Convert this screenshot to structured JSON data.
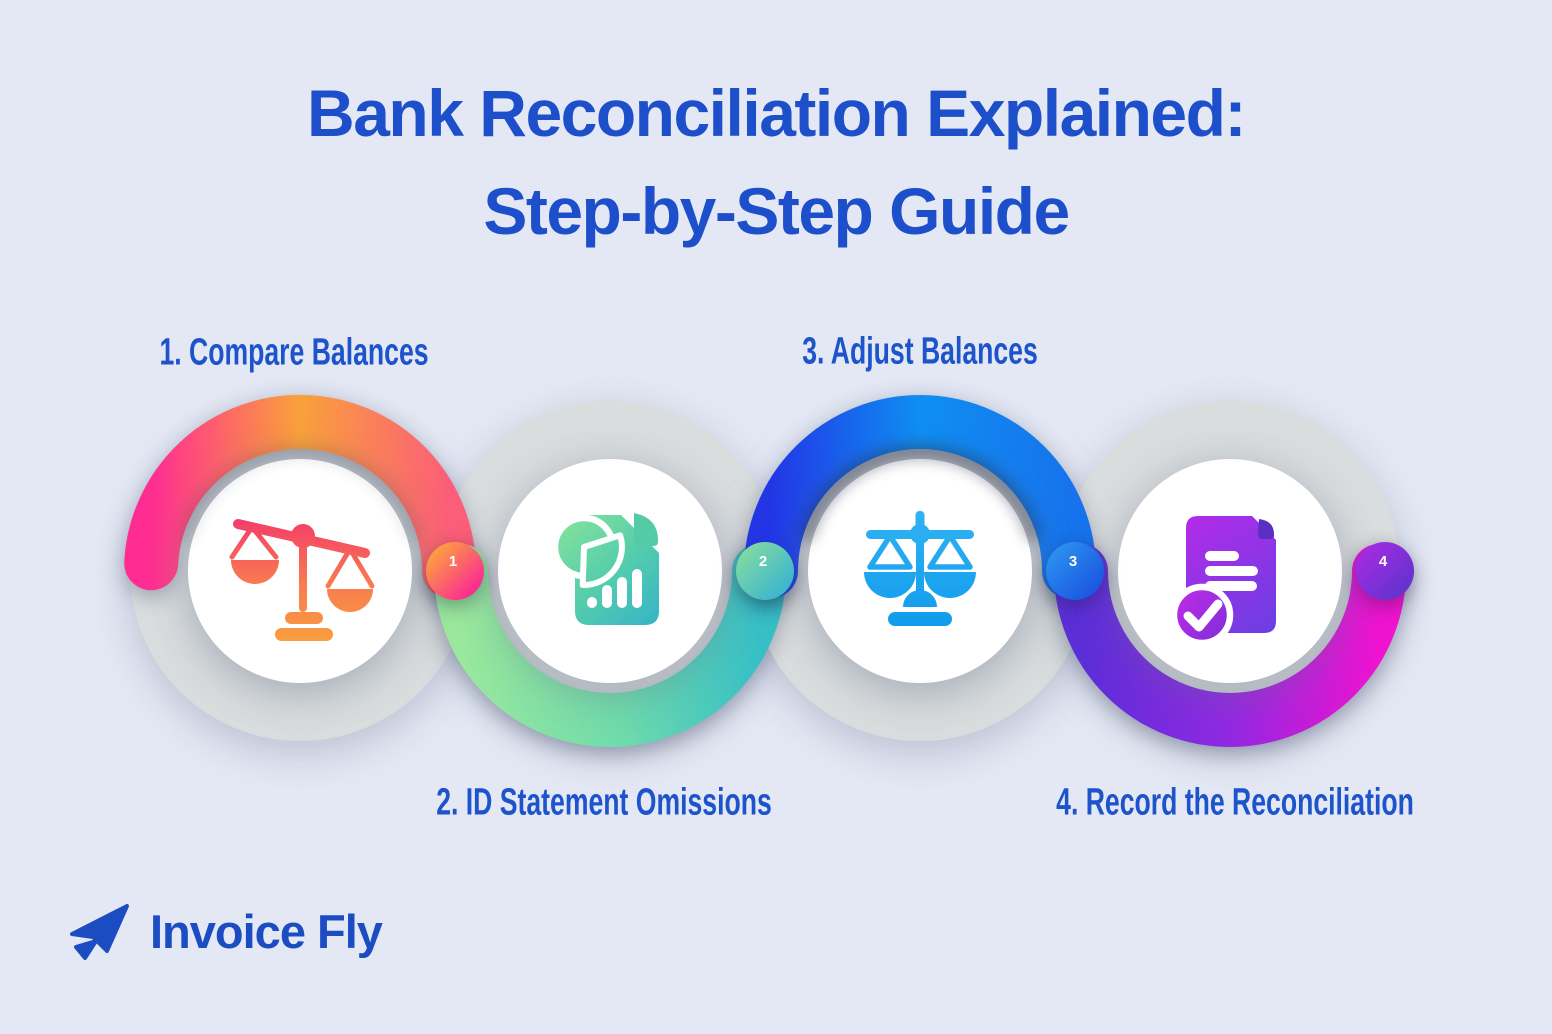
{
  "title": {
    "line1": "Bank Reconciliation Explained:",
    "line2": "Step-by-Step Guide"
  },
  "steps": [
    {
      "number": "1",
      "label": "1. Compare Balances",
      "icon": "unbalanced-scale-icon",
      "arc_from": "#FF2D92",
      "arc_mid": "#F9A13B",
      "arc_to": "#FB5E78",
      "badge_from": "#FDB92E",
      "badge_to": "#FA0FA5"
    },
    {
      "number": "2",
      "label": "2. ID Statement Omissions",
      "icon": "report-document-icon",
      "arc_from": "#9AE89C",
      "arc_mid": "#6EDBAC",
      "arc_to": "#37BFC6",
      "badge_from": "#8FE09B",
      "badge_to": "#2BAED6"
    },
    {
      "number": "3",
      "label": "3. Adjust Balances",
      "icon": "balanced-scale-icon",
      "arc_from": "#2336E6",
      "arc_mid": "#0E8FF2",
      "arc_to": "#1773EC",
      "badge_from": "#2E9BF0",
      "badge_to": "#174ADF"
    },
    {
      "number": "4",
      "label": "4. Record the Reconciliation",
      "icon": "checked-document-icon",
      "arc_from": "#5B2ED8",
      "arc_mid": "#9228E2",
      "arc_to": "#EF13CF",
      "badge_from": "#AE2BE5",
      "badge_to": "#5633CB"
    }
  ],
  "logo": {
    "text": "Invoice Fly",
    "icon": "paper-plane-icon"
  },
  "colors": {
    "background": "#E4E8F4",
    "heading": "#1C4FC9",
    "step_label": "#1D53CB",
    "ring_gray": "#D9DDDE",
    "inner_disc": "#FFFFFF",
    "logo_blue": "#1B4CC1"
  }
}
